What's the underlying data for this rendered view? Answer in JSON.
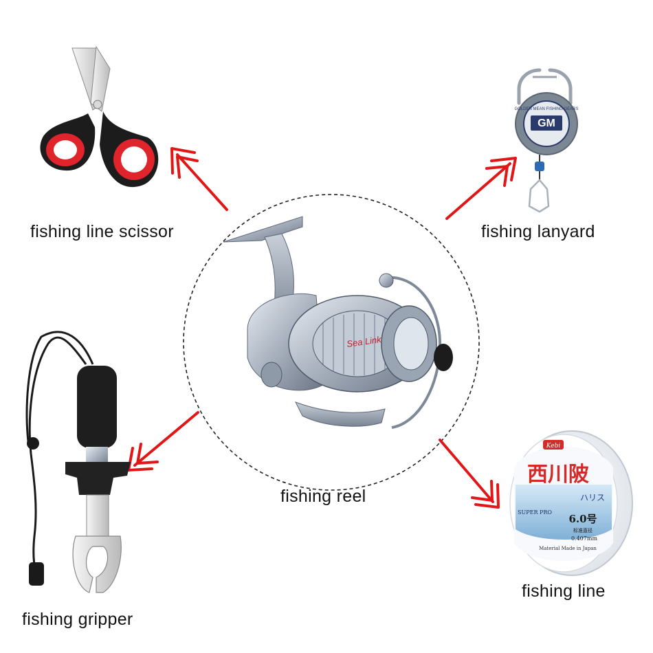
{
  "labels": {
    "scissor": "fishing line scissor",
    "lanyard": "fishing lanyard",
    "reel": "fishing reel",
    "gripper": "fishing gripper",
    "line": "fishing line"
  },
  "reel_brand": "Sea Link",
  "lanyard_badge": {
    "ring_text": "GOLDEN MEAN FISHING GEARS",
    "logo": "GM"
  },
  "spool": {
    "brand": "Kebi",
    "title_cn": "西川陂",
    "subtitle_jp": "ハリス",
    "grade": "SUPER PRO",
    "size": "6.0号",
    "diameter_cn": "标准直径",
    "diameter": "0.407mm",
    "origin": "Material Made in Japan"
  },
  "colors": {
    "arrow": "#e11717",
    "circle": "#222222",
    "scissor_handle": "#e0242c",
    "reel_body": "#8c96a6"
  },
  "icons": [
    "scissors-icon",
    "lanyard-icon",
    "reel-icon",
    "gripper-icon",
    "line-spool-icon",
    "arrow-icon"
  ]
}
